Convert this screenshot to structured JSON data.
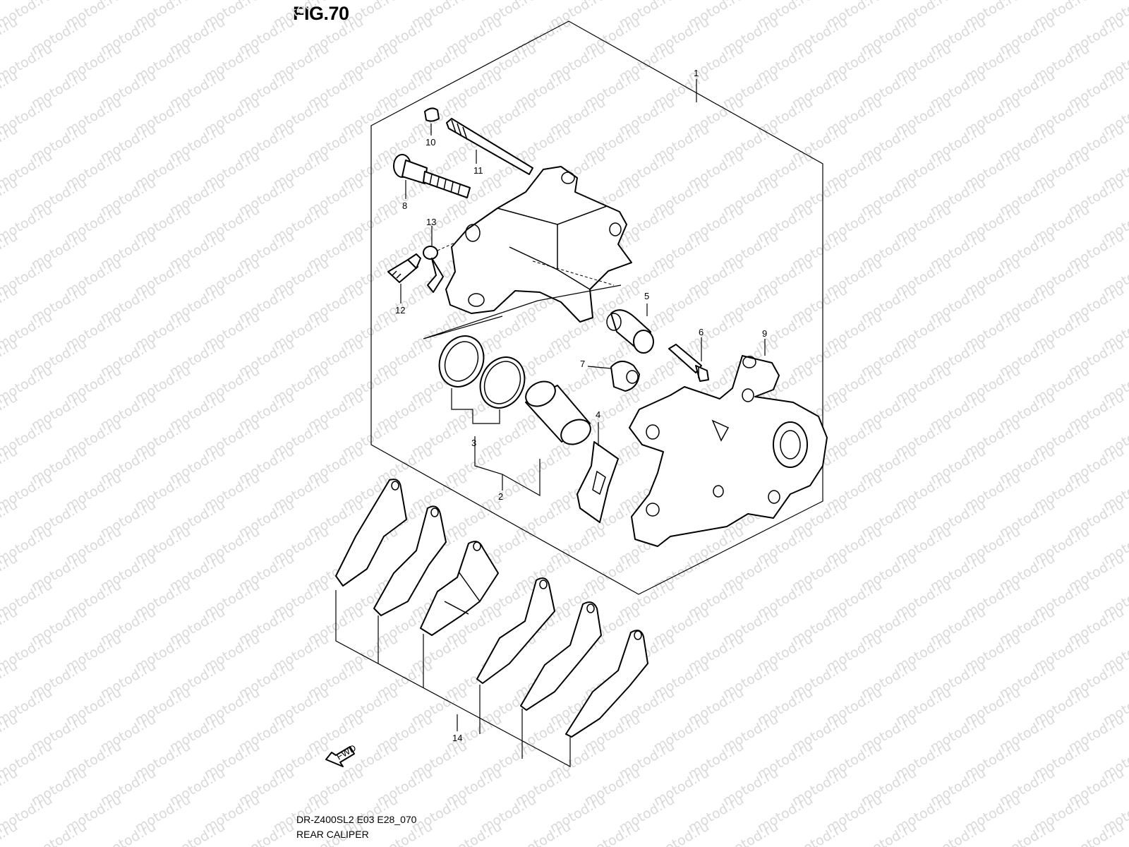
{
  "figure": {
    "title": "FIG.70",
    "model_code": "DR-Z400SL2 E03 E28_070",
    "caption": "REAR CALIPER",
    "watermark": "motod.ru",
    "fwd_label": "FWD"
  },
  "callouts": [
    {
      "id": "1",
      "part": "caliper-assembly"
    },
    {
      "id": "2",
      "part": "piston-seal-set"
    },
    {
      "id": "3",
      "part": "seal-set"
    },
    {
      "id": "4",
      "part": "pad-spring"
    },
    {
      "id": "5",
      "part": "boot"
    },
    {
      "id": "6",
      "part": "pin"
    },
    {
      "id": "7",
      "part": "boot"
    },
    {
      "id": "8",
      "part": "pin"
    },
    {
      "id": "9",
      "part": "caliper-holder"
    },
    {
      "id": "10",
      "part": "cap"
    },
    {
      "id": "11",
      "part": "pad-pin"
    },
    {
      "id": "12",
      "part": "bleeder-valve"
    },
    {
      "id": "13",
      "part": "bleeder-cap"
    },
    {
      "id": "14",
      "part": "brake-pad-set"
    }
  ]
}
